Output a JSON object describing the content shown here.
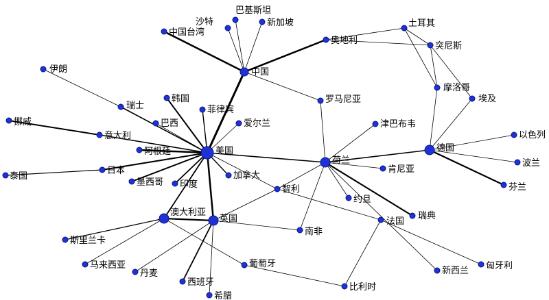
{
  "node_color": "#1f32d8",
  "edge_color": "#000000",
  "nodes": [
    {
      "id": "usa",
      "label": "美国"
    },
    {
      "id": "china",
      "label": "中国"
    },
    {
      "id": "netherlands",
      "label": "荷兰"
    },
    {
      "id": "germany",
      "label": "德国"
    },
    {
      "id": "australia",
      "label": "澳大利亚"
    },
    {
      "id": "uk",
      "label": "英国"
    },
    {
      "id": "france",
      "label": "法国"
    },
    {
      "id": "saudi",
      "label": "沙特"
    },
    {
      "id": "pakistan",
      "label": "巴基斯坦"
    },
    {
      "id": "singapore",
      "label": "新加坡"
    },
    {
      "id": "taiwan",
      "label": "中国台湾"
    },
    {
      "id": "austria",
      "label": "奥地利"
    },
    {
      "id": "turkey",
      "label": "土耳其"
    },
    {
      "id": "tunisia",
      "label": "突尼斯"
    },
    {
      "id": "morocco",
      "label": "摩洛哥"
    },
    {
      "id": "egypt",
      "label": "埃及"
    },
    {
      "id": "iran",
      "label": "伊朗"
    },
    {
      "id": "switzerland",
      "label": "瑞士"
    },
    {
      "id": "korea",
      "label": "韩国"
    },
    {
      "id": "philippines",
      "label": "菲律宾"
    },
    {
      "id": "romania",
      "label": "罗马尼亚"
    },
    {
      "id": "norway",
      "label": "挪威"
    },
    {
      "id": "brazil",
      "label": "巴西"
    },
    {
      "id": "ireland",
      "label": "爱尔兰"
    },
    {
      "id": "zimbabwe",
      "label": "津巴布韦"
    },
    {
      "id": "israel",
      "label": "以色列"
    },
    {
      "id": "italy",
      "label": "意大利"
    },
    {
      "id": "argentina",
      "label": "阿根廷"
    },
    {
      "id": "poland",
      "label": "波兰"
    },
    {
      "id": "thailand",
      "label": "泰国"
    },
    {
      "id": "japan",
      "label": "日本"
    },
    {
      "id": "kenya",
      "label": "肯尼亚"
    },
    {
      "id": "canada",
      "label": "加拿大"
    },
    {
      "id": "mexico",
      "label": "墨西哥"
    },
    {
      "id": "india",
      "label": "印度"
    },
    {
      "id": "finland",
      "label": "芬兰"
    },
    {
      "id": "chile",
      "label": "智利"
    },
    {
      "id": "jordan",
      "label": "约旦"
    },
    {
      "id": "sweden",
      "label": "瑞典"
    },
    {
      "id": "southafrica",
      "label": "南非"
    },
    {
      "id": "srilanka",
      "label": "斯里兰卡"
    },
    {
      "id": "malaysia",
      "label": "马来西亚"
    },
    {
      "id": "portugal",
      "label": "葡萄牙"
    },
    {
      "id": "denmark",
      "label": "丹麦"
    },
    {
      "id": "spain",
      "label": "西班牙"
    },
    {
      "id": "newzealand",
      "label": "新西兰"
    },
    {
      "id": "hungary",
      "label": "匈牙利"
    },
    {
      "id": "belgium",
      "label": "比利时"
    },
    {
      "id": "greece",
      "label": "希腊"
    }
  ],
  "edges": [
    [
      "usa",
      "china"
    ],
    [
      "usa",
      "switzerland"
    ],
    [
      "usa",
      "korea"
    ],
    [
      "usa",
      "philippines"
    ],
    [
      "usa",
      "brazil"
    ],
    [
      "usa",
      "ireland"
    ],
    [
      "usa",
      "italy"
    ],
    [
      "usa",
      "argentina"
    ],
    [
      "usa",
      "japan"
    ],
    [
      "usa",
      "mexico"
    ],
    [
      "usa",
      "india"
    ],
    [
      "usa",
      "canada"
    ],
    [
      "usa",
      "australia"
    ],
    [
      "usa",
      "uk"
    ],
    [
      "usa",
      "netherlands"
    ],
    [
      "usa",
      "chile"
    ],
    [
      "china",
      "saudi"
    ],
    [
      "china",
      "pakistan"
    ],
    [
      "china",
      "singapore"
    ],
    [
      "china",
      "taiwan"
    ],
    [
      "china",
      "austria"
    ],
    [
      "china",
      "romania"
    ],
    [
      "austria",
      "turkey"
    ],
    [
      "austria",
      "tunisia"
    ],
    [
      "turkey",
      "tunisia"
    ],
    [
      "turkey",
      "morocco"
    ],
    [
      "tunisia",
      "morocco"
    ],
    [
      "tunisia",
      "egypt"
    ],
    [
      "morocco",
      "germany"
    ],
    [
      "egypt",
      "germany"
    ],
    [
      "iran",
      "switzerland"
    ],
    [
      "norway",
      "italy"
    ],
    [
      "thailand",
      "japan"
    ],
    [
      "netherlands",
      "germany"
    ],
    [
      "netherlands",
      "romania"
    ],
    [
      "netherlands",
      "zimbabwe"
    ],
    [
      "netherlands",
      "kenya"
    ],
    [
      "netherlands",
      "jordan"
    ],
    [
      "netherlands",
      "sweden"
    ],
    [
      "netherlands",
      "chile"
    ],
    [
      "netherlands",
      "southafrica"
    ],
    [
      "netherlands",
      "newzealand"
    ],
    [
      "germany",
      "israel"
    ],
    [
      "germany",
      "poland"
    ],
    [
      "germany",
      "finland"
    ],
    [
      "australia",
      "uk"
    ],
    [
      "australia",
      "srilanka"
    ],
    [
      "australia",
      "malaysia"
    ],
    [
      "australia",
      "portugal"
    ],
    [
      "uk",
      "denmark"
    ],
    [
      "uk",
      "spain"
    ],
    [
      "uk",
      "greece"
    ],
    [
      "uk",
      "southafrica"
    ],
    [
      "uk",
      "chile"
    ],
    [
      "france",
      "chile"
    ],
    [
      "france",
      "belgium"
    ],
    [
      "france",
      "hungary"
    ],
    [
      "portugal",
      "belgium"
    ]
  ]
}
